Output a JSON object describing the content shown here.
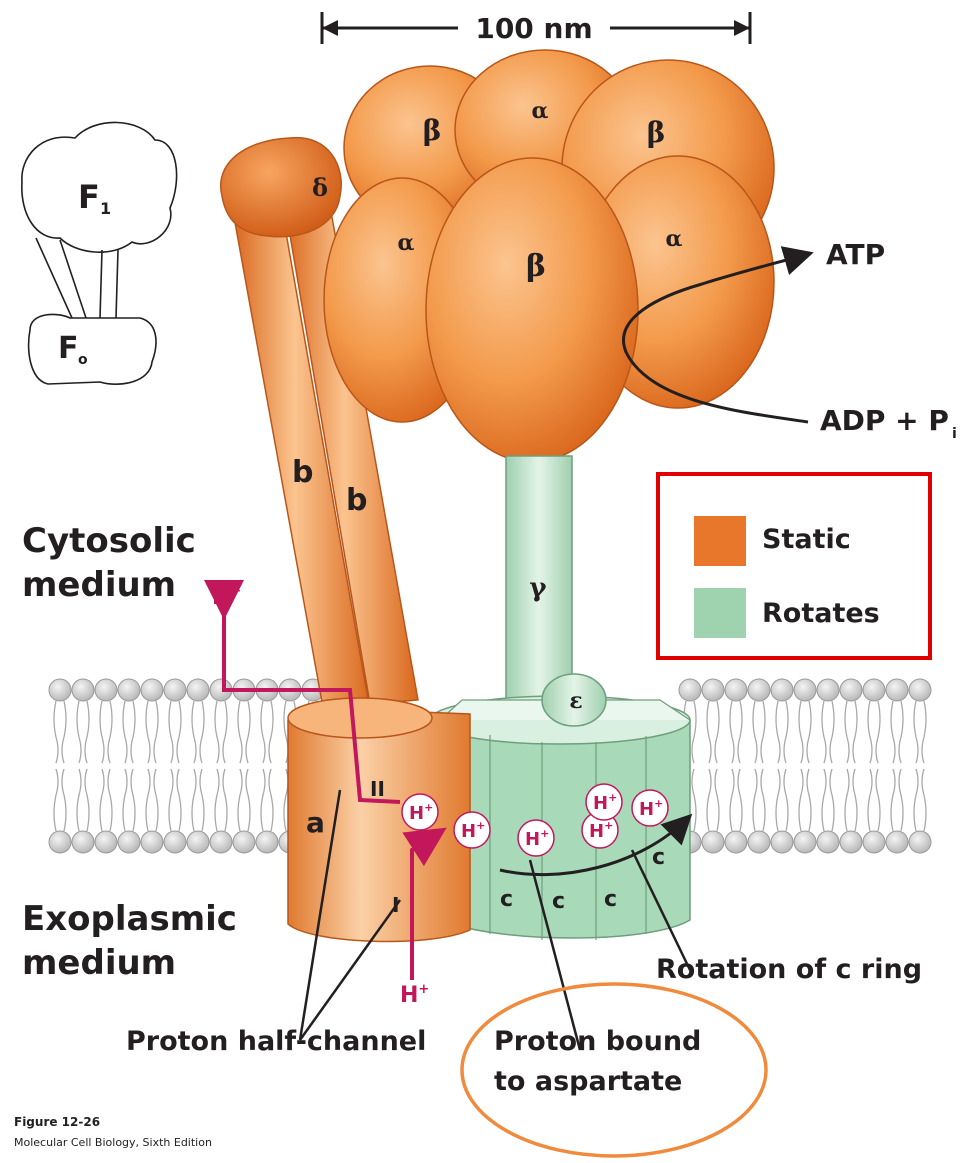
{
  "scale": {
    "label": "100 nm"
  },
  "inset": {
    "f1": "F",
    "f1_sub": "1",
    "fo": "F",
    "fo_sub": "o"
  },
  "subunits": {
    "alpha": "α",
    "beta": "β",
    "delta": "δ",
    "gamma": "γ",
    "epsilon": "ε",
    "b": "b",
    "a": "a",
    "c": "c",
    "half_channel_1": "I",
    "half_channel_2": "II"
  },
  "media": {
    "cytosolic_line1": "Cytosolic",
    "cytosolic_line2": "medium",
    "exoplasmic_line1": "Exoplasmic",
    "exoplasmic_line2": "medium"
  },
  "reaction": {
    "product": "ATP",
    "substrate": "ADP + P",
    "substrate_sub": "i"
  },
  "proton": {
    "label": "H",
    "charge": "+"
  },
  "legend": {
    "static": "Static",
    "rotates": "Rotates",
    "static_color": "#e8762b",
    "rotates_color": "#9fd3b0"
  },
  "annotations": {
    "half_channel": "Proton half-channel",
    "bound_line1": "Proton bound",
    "bound_line2": "to aspartate",
    "rotation": "Rotation of c ring"
  },
  "caption": {
    "figure": "Figure 12-26",
    "book": "Molecular Cell Biology, Sixth Edition"
  },
  "highlight_colors": {
    "legend_box": "#e00000",
    "ellipse": "#f08a3c"
  }
}
